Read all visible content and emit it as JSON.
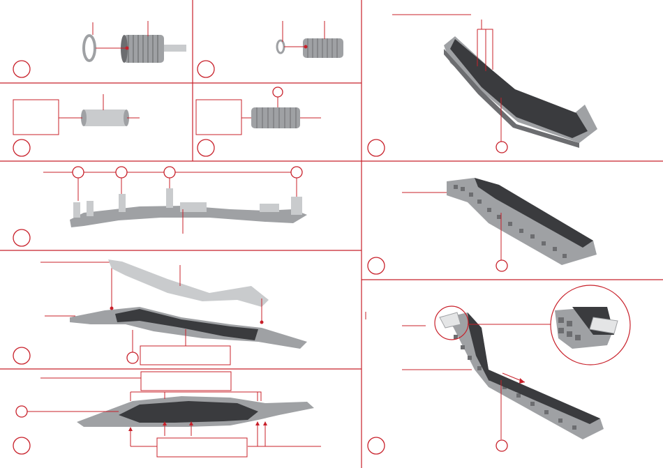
{
  "document": {
    "type": "assembly instruction sheet",
    "colors": {
      "accent": "#c8202a",
      "part_dark": "#6c6d70",
      "part_mid": "#9fa1a4",
      "part_light": "#c9cbcd",
      "belt": "#3a3b3e",
      "background": "#ffffff"
    }
  },
  "steps": [
    {
      "id": "step-1",
      "number": ""
    },
    {
      "id": "step-2",
      "number": ""
    },
    {
      "id": "step-3",
      "number": ""
    },
    {
      "id": "step-4",
      "number": ""
    },
    {
      "id": "step-5",
      "number": ""
    },
    {
      "id": "step-6",
      "number": ""
    },
    {
      "id": "step-7",
      "number": ""
    },
    {
      "id": "step-8",
      "number": ""
    },
    {
      "id": "step-9",
      "number": ""
    },
    {
      "id": "step-10",
      "number": ""
    },
    {
      "id": "step-11",
      "number": ""
    }
  ],
  "callouts": {
    "part_ref_a": "",
    "part_ref_b": "",
    "box_a": "",
    "box_b": "",
    "box_c": "",
    "box_d": "",
    "box_e": ""
  }
}
